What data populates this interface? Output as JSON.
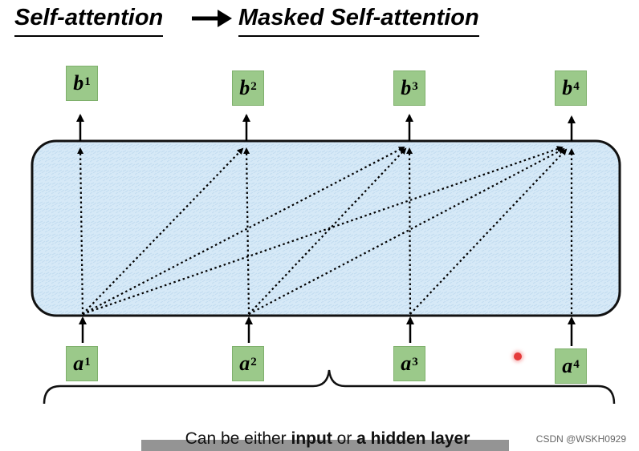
{
  "titles": {
    "left": "Self-attention",
    "right": "Masked Self-attention"
  },
  "outputs": [
    {
      "base": "b",
      "sup": "1"
    },
    {
      "base": "b",
      "sup": "2"
    },
    {
      "base": "b",
      "sup": "3"
    },
    {
      "base": "b",
      "sup": "4"
    }
  ],
  "inputs": [
    {
      "base": "a",
      "sup": "1"
    },
    {
      "base": "a",
      "sup": "2"
    },
    {
      "base": "a",
      "sup": "3"
    },
    {
      "base": "a",
      "sup": "4"
    }
  ],
  "caption": {
    "prefix": "Can be either ",
    "bold1": "input",
    "middle": " or ",
    "bold2": "a hidden layer"
  },
  "watermark": "CSDN @WSKH0929",
  "colors": {
    "box_fill": "#9bc98a",
    "layer_fill": "#d6e9f7",
    "cursor": "#e53b3b"
  },
  "icons": [
    "right-arrow-icon",
    "brace-icon"
  ]
}
